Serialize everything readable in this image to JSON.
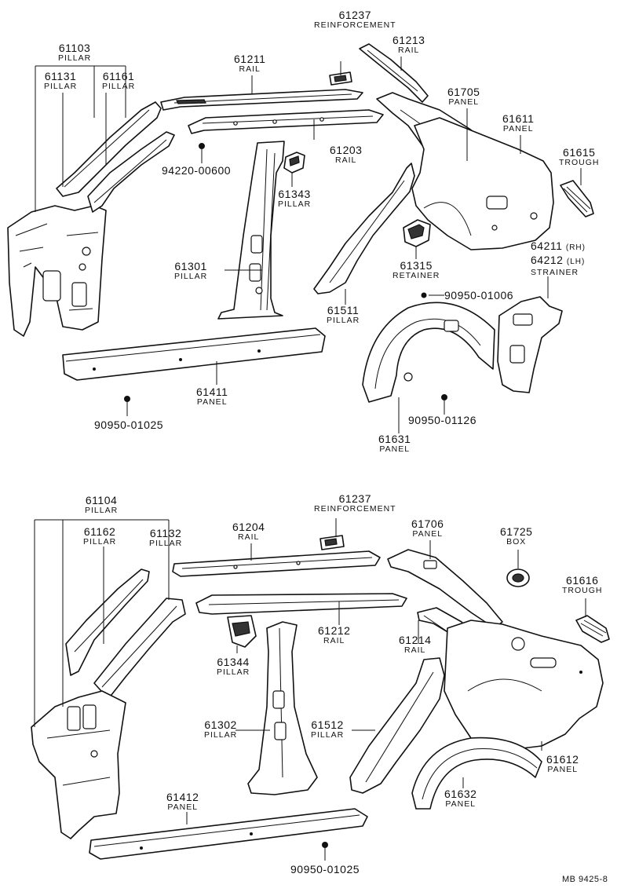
{
  "diagram_code": "MB 9425-8",
  "callouts": {
    "c61103": {
      "number": "61103",
      "name": "PILLAR"
    },
    "c61131": {
      "number": "61131",
      "name": "PILLAR"
    },
    "c61161": {
      "number": "61161",
      "name": "PILLAR"
    },
    "c61211": {
      "number": "61211",
      "name": "RAIL"
    },
    "c61237a": {
      "number": "61237",
      "name": "REINFORCEMENT"
    },
    "c61213": {
      "number": "61213",
      "name": "RAIL"
    },
    "c61705": {
      "number": "61705",
      "name": "PANEL"
    },
    "c61611": {
      "number": "61611",
      "name": "PANEL"
    },
    "c61615": {
      "number": "61615",
      "name": "TROUGH"
    },
    "c61203": {
      "number": "61203",
      "name": "RAIL"
    },
    "c94220": {
      "number": "94220-00600",
      "name": ""
    },
    "c61343": {
      "number": "61343",
      "name": "PILLAR"
    },
    "c61315": {
      "number": "61315",
      "name": "RETAINER"
    },
    "c64211": {
      "number": "64211",
      "name": "(RH)"
    },
    "c64212": {
      "number": "64212",
      "name": "(LH)"
    },
    "c_strainer": {
      "number": "",
      "name": "STRAINER"
    },
    "c61301": {
      "number": "61301",
      "name": "PILLAR"
    },
    "c61511": {
      "number": "61511",
      "name": "PILLAR"
    },
    "c90950_01006": {
      "number": "90950-01006",
      "name": ""
    },
    "c61411": {
      "number": "61411",
      "name": "PANEL"
    },
    "c90950_01025a": {
      "number": "90950-01025",
      "name": ""
    },
    "c90950_01126": {
      "number": "90950-01126",
      "name": ""
    },
    "c61631": {
      "number": "61631",
      "name": "PANEL"
    },
    "c61104": {
      "number": "61104",
      "name": "PILLAR"
    },
    "c61162": {
      "number": "61162",
      "name": "PILLAR"
    },
    "c61132": {
      "number": "61132",
      "name": "PILLAR"
    },
    "c61204": {
      "number": "61204",
      "name": "RAIL"
    },
    "c61237b": {
      "number": "61237",
      "name": "REINFORCEMENT"
    },
    "c61706": {
      "number": "61706",
      "name": "PANEL"
    },
    "c61725": {
      "number": "61725",
      "name": "BOX"
    },
    "c61616": {
      "number": "61616",
      "name": "TROUGH"
    },
    "c61212": {
      "number": "61212",
      "name": "RAIL"
    },
    "c61214": {
      "number": "61214",
      "name": "RAIL"
    },
    "c61344": {
      "number": "61344",
      "name": "PILLAR"
    },
    "c61302": {
      "number": "61302",
      "name": "PILLAR"
    },
    "c61512": {
      "number": "61512",
      "name": "PILLAR"
    },
    "c61612": {
      "number": "61612",
      "name": "PANEL"
    },
    "c61632": {
      "number": "61632",
      "name": "PANEL"
    },
    "c61412": {
      "number": "61412",
      "name": "PANEL"
    },
    "c90950_01025b": {
      "number": "90950-01025",
      "name": ""
    }
  }
}
